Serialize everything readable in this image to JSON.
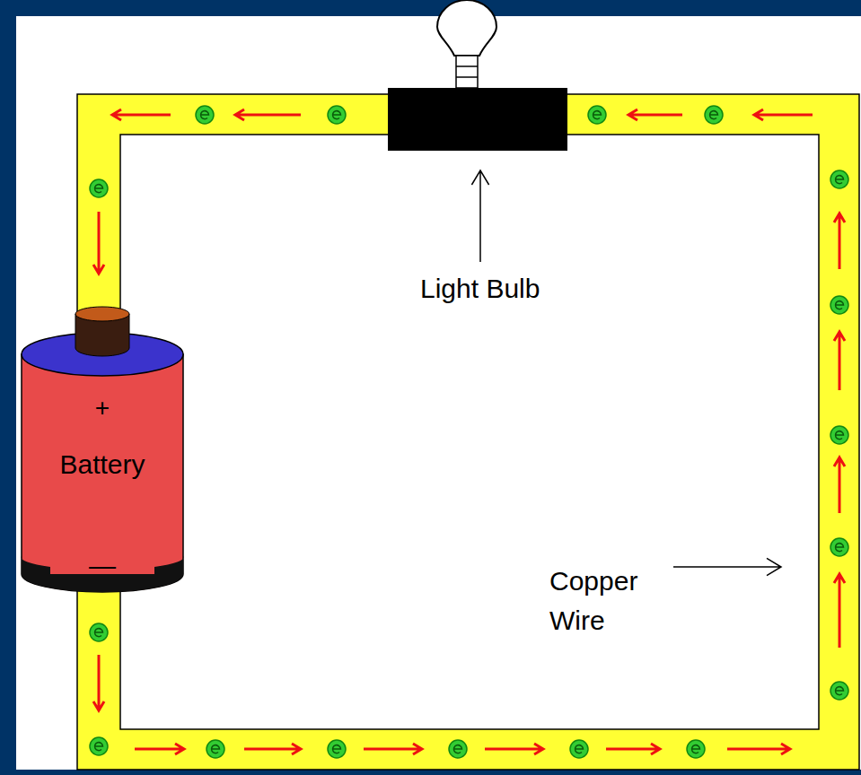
{
  "diagram": {
    "nodes": [
      {
        "text": [
          "+",
          "Battery",
          "—"
        ]
      }
    ],
    "labels": [
      "Light Bulb",
      "Copper Wire"
    ]
  }
}
